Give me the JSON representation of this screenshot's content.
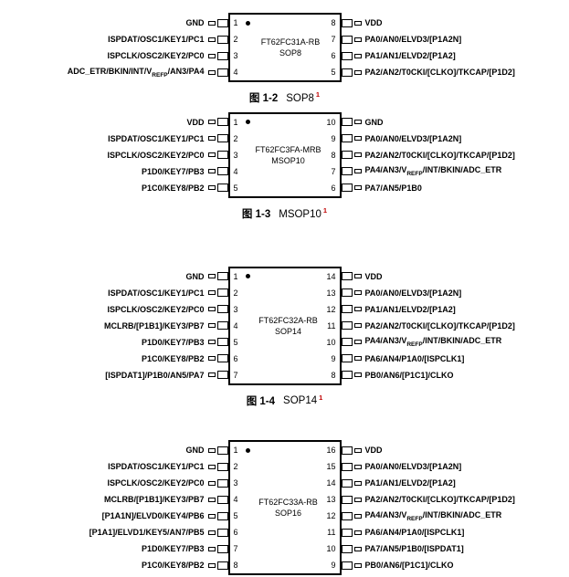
{
  "page": {
    "background": "#ffffff",
    "text_color": "#000000",
    "footnote_color": "#c00000"
  },
  "diagrams": [
    {
      "chip": "FT62FC31A-RB",
      "package": "SOP8",
      "caption": {
        "figure": "图 1-2",
        "label": "SOP8",
        "superscript": "1"
      },
      "left_pins": [
        {
          "num": "1",
          "label": "GND"
        },
        {
          "num": "2",
          "label": "ISPDAT/OSC1/KEY1/PC1"
        },
        {
          "num": "3",
          "label": "ISPCLK/OSC2/KEY2/PC0"
        },
        {
          "num": "4",
          "label": "ADC_ETR/BKIN/INT/V{REFP}/AN3/PA4"
        }
      ],
      "right_pins": [
        {
          "num": "8",
          "label": "VDD"
        },
        {
          "num": "7",
          "label": "PA0/AN0/ELVD3/[P1A2N]"
        },
        {
          "num": "6",
          "label": "PA1/AN1/ELVD2/[P1A2]"
        },
        {
          "num": "5",
          "label": "PA2/AN2/T0CKI/[CLKO]/TKCAP/[P1D2]"
        }
      ]
    },
    {
      "chip": "FT62FC3FA-MRB",
      "package": "MSOP10",
      "caption": {
        "figure": "图 1-3",
        "label": "MSOP10",
        "superscript": "1"
      },
      "left_pins": [
        {
          "num": "1",
          "label": "VDD"
        },
        {
          "num": "2",
          "label": "ISPDAT/OSC1/KEY1/PC1"
        },
        {
          "num": "3",
          "label": "ISPCLK/OSC2/KEY2/PC0"
        },
        {
          "num": "4",
          "label": "P1D0/KEY7/PB3"
        },
        {
          "num": "5",
          "label": "P1C0/KEY8/PB2"
        }
      ],
      "right_pins": [
        {
          "num": "10",
          "label": "GND"
        },
        {
          "num": "9",
          "label": "PA0/AN0/ELVD3/[P1A2N]"
        },
        {
          "num": "8",
          "label": "PA2/AN2/T0CKI/[CLKO]/TKCAP/[P1D2]"
        },
        {
          "num": "7",
          "label": "PA4/AN3/V{REFP}/INT/BKIN/ADC_ETR"
        },
        {
          "num": "6",
          "label": "PA7/AN5/P1B0"
        }
      ]
    },
    {
      "chip": "FT62FC32A-RB",
      "package": "SOP14",
      "caption": {
        "figure": "图 1-4",
        "label": "SOP14",
        "superscript": "1"
      },
      "left_pins": [
        {
          "num": "1",
          "label": "GND"
        },
        {
          "num": "2",
          "label": "ISPDAT/OSC1/KEY1/PC1"
        },
        {
          "num": "3",
          "label": "ISPCLK/OSC2/KEY2/PC0"
        },
        {
          "num": "4",
          "label": "MCLRB/[P1B1]/KEY3/PB7"
        },
        {
          "num": "5",
          "label": "P1D0/KEY7/PB3"
        },
        {
          "num": "6",
          "label": "P1C0/KEY8/PB2"
        },
        {
          "num": "7",
          "label": "[ISPDAT1]/P1B0/AN5/PA7"
        }
      ],
      "right_pins": [
        {
          "num": "14",
          "label": "VDD"
        },
        {
          "num": "13",
          "label": "PA0/AN0/ELVD3/[P1A2N]"
        },
        {
          "num": "12",
          "label": "PA1/AN1/ELVD2/[P1A2]"
        },
        {
          "num": "11",
          "label": "PA2/AN2/T0CKI/[CLKO]/TKCAP/[P1D2]"
        },
        {
          "num": "10",
          "label": "PA4/AN3/V{REFP}/INT/BKIN/ADC_ETR"
        },
        {
          "num": "9",
          "label": "PA6/AN4/P1A0/[ISPCLK1]"
        },
        {
          "num": "8",
          "label": "PB0/AN6/[P1C1]/CLKO"
        }
      ]
    },
    {
      "chip": "FT62FC33A-RB",
      "package": "SOP16",
      "caption": null,
      "left_pins": [
        {
          "num": "1",
          "label": "GND"
        },
        {
          "num": "2",
          "label": "ISPDAT/OSC1/KEY1/PC1"
        },
        {
          "num": "3",
          "label": "ISPCLK/OSC2/KEY2/PC0"
        },
        {
          "num": "4",
          "label": "MCLRB/[P1B1]/KEY3/PB7"
        },
        {
          "num": "5",
          "label": "[P1A1N]/ELVD0/KEY4/PB6"
        },
        {
          "num": "6",
          "label": "[P1A1]/ELVD1/KEY5/AN7/PB5"
        },
        {
          "num": "7",
          "label": "P1D0/KEY7/PB3"
        },
        {
          "num": "8",
          "label": "P1C0/KEY8/PB2"
        }
      ],
      "right_pins": [
        {
          "num": "16",
          "label": "VDD"
        },
        {
          "num": "15",
          "label": "PA0/AN0/ELVD3/[P1A2N]"
        },
        {
          "num": "14",
          "label": "PA1/AN1/ELVD2/[P1A2]"
        },
        {
          "num": "13",
          "label": "PA2/AN2/T0CKI/[CLKO]/TKCAP/[P1D2]"
        },
        {
          "num": "12",
          "label": "PA4/AN3/V{REFP}/INT/BKIN/ADC_ETR"
        },
        {
          "num": "11",
          "label": "PA6/AN4/P1A0/[ISPCLK1]"
        },
        {
          "num": "10",
          "label": "PA7/AN5/P1B0/[ISPDAT1]"
        },
        {
          "num": "9",
          "label": "PB0/AN6/[P1C1]/CLKO"
        }
      ]
    }
  ]
}
